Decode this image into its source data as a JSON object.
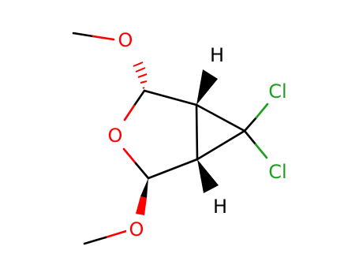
{
  "colors": {
    "carbon": "#000000",
    "oxygen": "#ff0000",
    "chlorine": "#1e9e1e",
    "hydrogen": "#000000",
    "background": "#ffffff"
  },
  "atoms": {
    "o_methoxy_top": "O",
    "o_ring": "O",
    "o_methoxy_bottom": "O",
    "h_top": "H",
    "h_bottom": "H",
    "cl_top": "Cl",
    "cl_bottom": "Cl"
  }
}
